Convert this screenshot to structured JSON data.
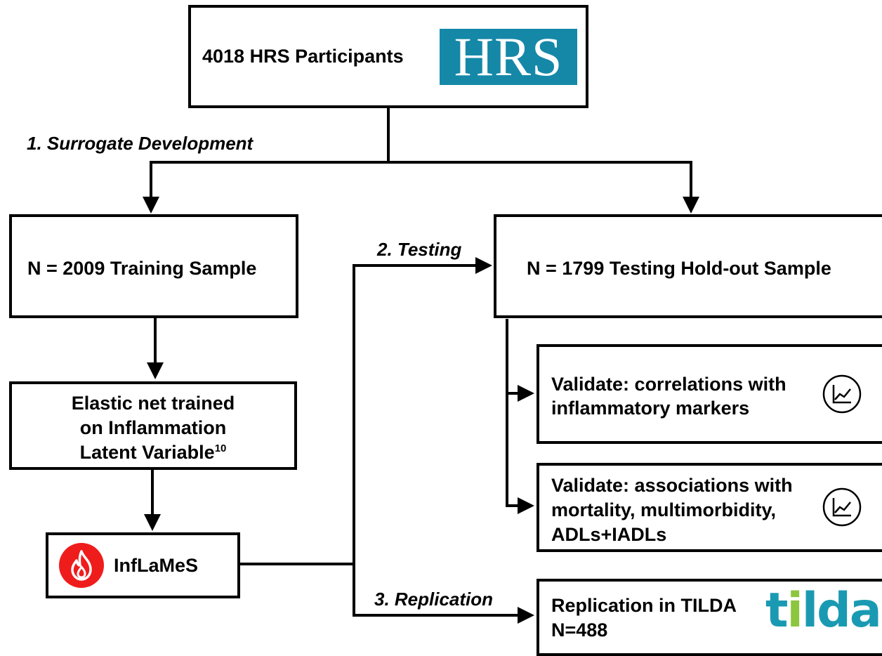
{
  "boxes": {
    "participants": "4018 HRS Participants",
    "training": "N = 2009 Training Sample",
    "elastic_line1": "Elastic net trained",
    "elastic_line2": "on Inflammation",
    "elastic_line3": "Latent Variable",
    "elastic_sup": "10",
    "inflames": "InfLaMeS",
    "testing": "N = 1799 Testing Hold-out Sample",
    "validate1_line1": "Validate: correlations with",
    "validate1_line2": "inflammatory  markers",
    "validate2_line1": "Validate: associations with",
    "validate2_line2": "mortality, multimorbidity,",
    "validate2_line3": "ADLs+IADLs",
    "replication_line1": "Replication in TILDA",
    "replication_line2": "N=488"
  },
  "steps": {
    "surrogate": "1. Surrogate Development",
    "testing": "2. Testing",
    "replication": "3. Replication"
  },
  "logos": {
    "hrs": "HRS",
    "tilda_part1": "t",
    "tilda_part2": "i",
    "tilda_part3": "lda"
  },
  "icons": [
    "fire-icon",
    "line-chart-icon"
  ],
  "colors": {
    "hrs_blue": "#1588a8",
    "fire_red": "#ef1c1c",
    "tilda_blue": "#1a9ab2",
    "tilda_green": "#8cc63f"
  }
}
